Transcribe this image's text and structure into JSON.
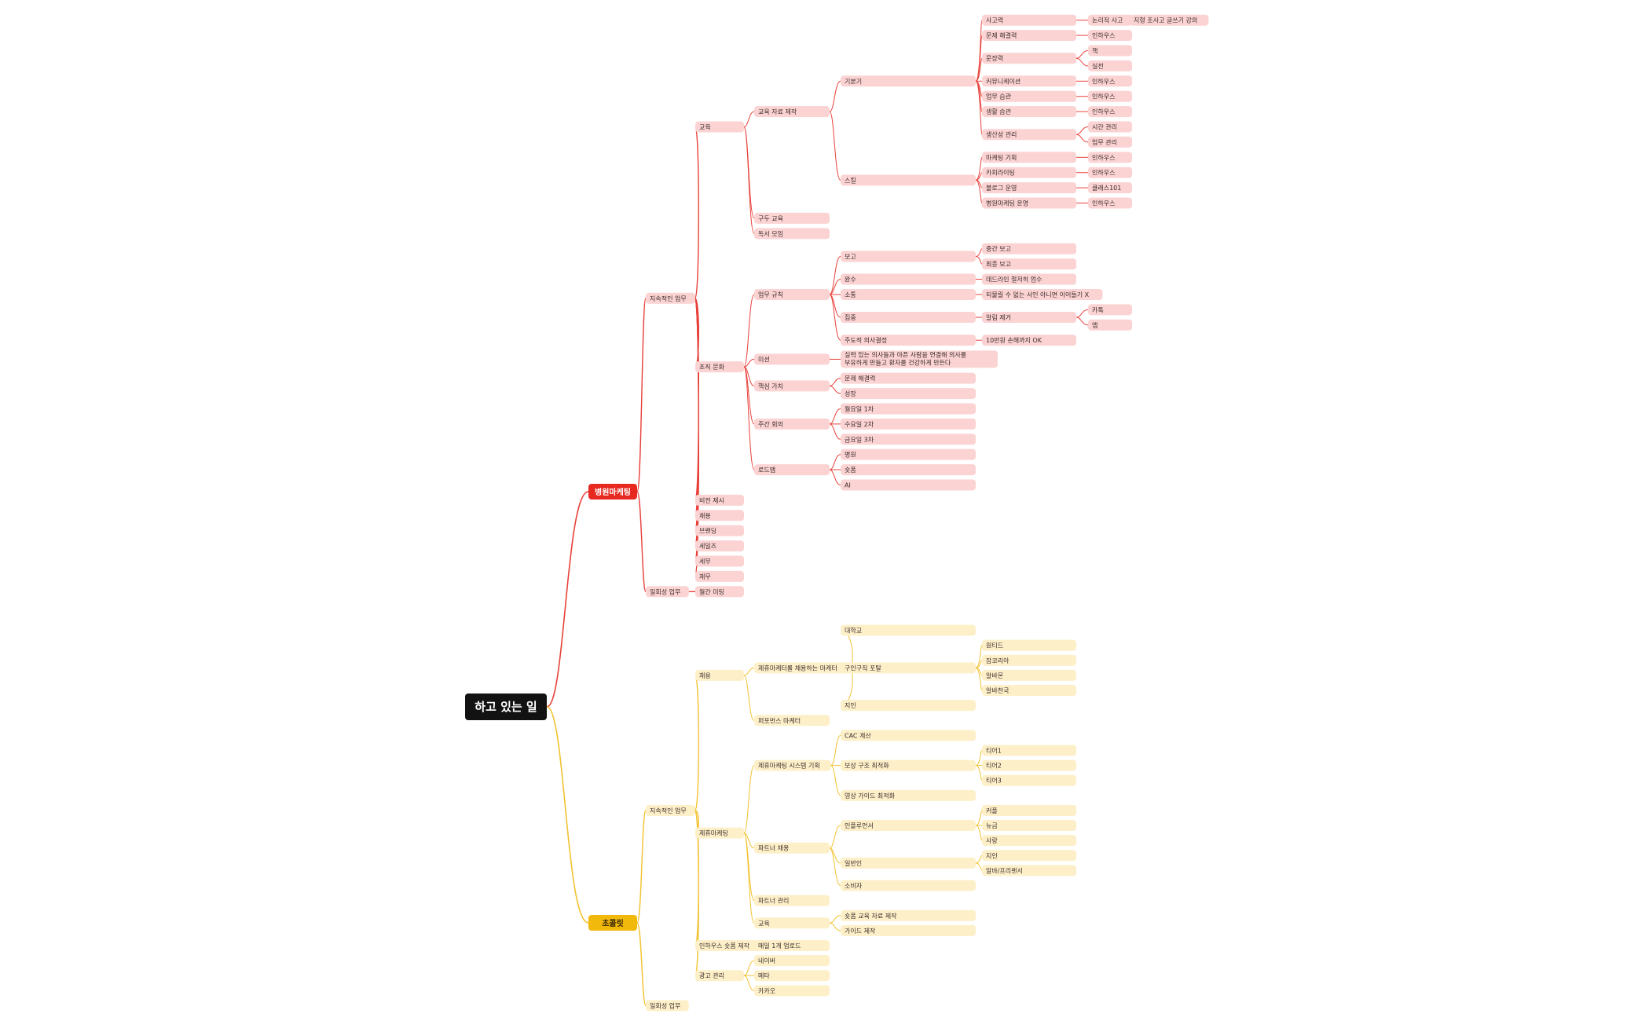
{
  "root": "하고 있는 일",
  "colors": {
    "root_bg": "#121212",
    "red_main": "#e8291f",
    "red_line": "#e8413a",
    "red_node": "#fbd3d3",
    "yellow_main": "#f2b90d",
    "yellow_line": "#f2c230",
    "yellow_node": "#fdf0c9"
  },
  "branches": [
    {
      "label": "병원마케팅",
      "theme": "red",
      "children": [
        {
          "label": "지속적인 업무",
          "children": [
            {
              "label": "교육",
              "children": [
                {
                  "label": "교육 자료 제작",
                  "children": [
                    {
                      "label": "기본기",
                      "children": [
                        {
                          "label": "사고력",
                          "children": [
                            {
                              "label": "논리적 사고",
                              "children": [
                                {
                                  "label": "지형 조사고 글쓰기 강의"
                                }
                              ]
                            }
                          ]
                        },
                        {
                          "label": "문제 해결력",
                          "children": [
                            {
                              "label": "인하우스"
                            }
                          ]
                        },
                        {
                          "label": "문장력",
                          "children": [
                            {
                              "label": "책"
                            },
                            {
                              "label": "실전"
                            }
                          ]
                        },
                        {
                          "label": "커뮤니케이션",
                          "children": [
                            {
                              "label": "인하우스"
                            }
                          ]
                        },
                        {
                          "label": "업무 습관",
                          "children": [
                            {
                              "label": "인하우스"
                            }
                          ]
                        },
                        {
                          "label": "생활 습관",
                          "children": [
                            {
                              "label": "인하우스"
                            }
                          ]
                        },
                        {
                          "label": "생산성 관리",
                          "children": [
                            {
                              "label": "시간 관리"
                            },
                            {
                              "label": "업무 관리"
                            }
                          ]
                        }
                      ]
                    },
                    {
                      "label": "스킬",
                      "children": [
                        {
                          "label": "마케팅 기획",
                          "children": [
                            {
                              "label": "인하우스"
                            }
                          ]
                        },
                        {
                          "label": "카피라이팅",
                          "children": [
                            {
                              "label": "인하우스"
                            }
                          ]
                        },
                        {
                          "label": "블로그 운영",
                          "children": [
                            {
                              "label": "클래스101"
                            }
                          ]
                        },
                        {
                          "label": "병원마케팅 운영",
                          "children": [
                            {
                              "label": "인하우스"
                            }
                          ]
                        }
                      ]
                    }
                  ]
                },
                {
                  "label": "구두 교육"
                },
                {
                  "label": "독서 모임"
                }
              ]
            },
            {
              "label": "조직 문화",
              "children": [
                {
                  "label": "업무 규칙",
                  "children": [
                    {
                      "label": "보고",
                      "children": [
                        {
                          "label": "중간 보고"
                        },
                        {
                          "label": "최종 보고"
                        }
                      ]
                    },
                    {
                      "label": "완수",
                      "children": [
                        {
                          "label": "데드라인 철저히 엄수"
                        }
                      ]
                    },
                    {
                      "label": "소통",
                      "children": [
                        {
                          "label": "되물릴 수 없는 서인 아니면 이어들기 X"
                        }
                      ]
                    },
                    {
                      "label": "집중",
                      "children": [
                        {
                          "label": "알림 제거",
                          "children": [
                            {
                              "label": "카톡"
                            },
                            {
                              "label": "앱"
                            }
                          ]
                        }
                      ]
                    },
                    {
                      "label": "주도적 의사결정",
                      "children": [
                        {
                          "label": "10만원 손해까지 OK"
                        }
                      ]
                    }
                  ]
                },
                {
                  "label": "미션",
                  "children": [
                    {
                      "label": "실력 있는 의사들과 아픈 사람을 연결해 의사를 부유하게 만들고 환자를 건강하게 만든다"
                    }
                  ]
                },
                {
                  "label": "핵심 가치",
                  "children": [
                    {
                      "label": "문제 해결력"
                    },
                    {
                      "label": "성장"
                    }
                  ]
                },
                {
                  "label": "주간 회의",
                  "children": [
                    {
                      "label": "월요일 1차"
                    },
                    {
                      "label": "수요일 2차"
                    },
                    {
                      "label": "금요일 3차"
                    }
                  ]
                },
                {
                  "label": "로드맵",
                  "children": [
                    {
                      "label": "병원"
                    },
                    {
                      "label": "숏폼"
                    },
                    {
                      "label": "AI"
                    }
                  ]
                }
              ]
            },
            {
              "label": "비전 제시"
            },
            {
              "label": "채용"
            },
            {
              "label": "브랜딩"
            },
            {
              "label": "세일즈"
            },
            {
              "label": "세무"
            },
            {
              "label": "재무"
            }
          ]
        },
        {
          "label": "일회성 업무",
          "children": [
            {
              "label": "월간 미팅"
            }
          ]
        }
      ]
    },
    {
      "label": "초콜릿",
      "theme": "yellow",
      "children": [
        {
          "label": "지속적인 업무",
          "children": [
            {
              "label": "채용",
              "children": [
                {
                  "label": "제휴마케터를 채용하는 마케터",
                  "children": [
                    {
                      "label": "대학교"
                    },
                    {
                      "label": "구인구직 포탈",
                      "children": [
                        {
                          "label": "원티드"
                        },
                        {
                          "label": "잡코리아"
                        },
                        {
                          "label": "알바몬"
                        },
                        {
                          "label": "알바천국"
                        }
                      ]
                    },
                    {
                      "label": "지인"
                    }
                  ]
                },
                {
                  "label": "퍼포먼스 마케터"
                }
              ]
            },
            {
              "label": "제휴마케팅",
              "children": [
                {
                  "label": "제휴마케팅 시스템 기획",
                  "children": [
                    {
                      "label": "CAC 계산"
                    },
                    {
                      "label": "보상 구조 최적화",
                      "children": [
                        {
                          "label": "티어1"
                        },
                        {
                          "label": "티어2"
                        },
                        {
                          "label": "티어3"
                        }
                      ]
                    },
                    {
                      "label": "영상 가이드 최적화"
                    }
                  ]
                },
                {
                  "label": "파트너 채용",
                  "children": [
                    {
                      "label": "인플루언서",
                      "children": [
                        {
                          "label": "커플"
                        },
                        {
                          "label": "뉴금"
                        },
                        {
                          "label": "사랑"
                        }
                      ]
                    },
                    {
                      "label": "일반인",
                      "children": [
                        {
                          "label": "지인"
                        },
                        {
                          "label": "알바/프리랜서"
                        }
                      ]
                    },
                    {
                      "label": "소비자"
                    }
                  ]
                },
                {
                  "label": "파트너 관리"
                },
                {
                  "label": "교육",
                  "children": [
                    {
                      "label": "숏폼 교육 자료 제작"
                    },
                    {
                      "label": "가이드 제작"
                    }
                  ]
                }
              ]
            },
            {
              "label": "인하우스 숏폼 제작",
              "children": [
                {
                  "label": "매일 1개 업로드"
                }
              ]
            },
            {
              "label": "광고 관리",
              "children": [
                {
                  "label": "네이버"
                },
                {
                  "label": "메타"
                },
                {
                  "label": "카카오"
                }
              ]
            }
          ]
        },
        {
          "label": "일회성 업무"
        }
      ]
    }
  ]
}
